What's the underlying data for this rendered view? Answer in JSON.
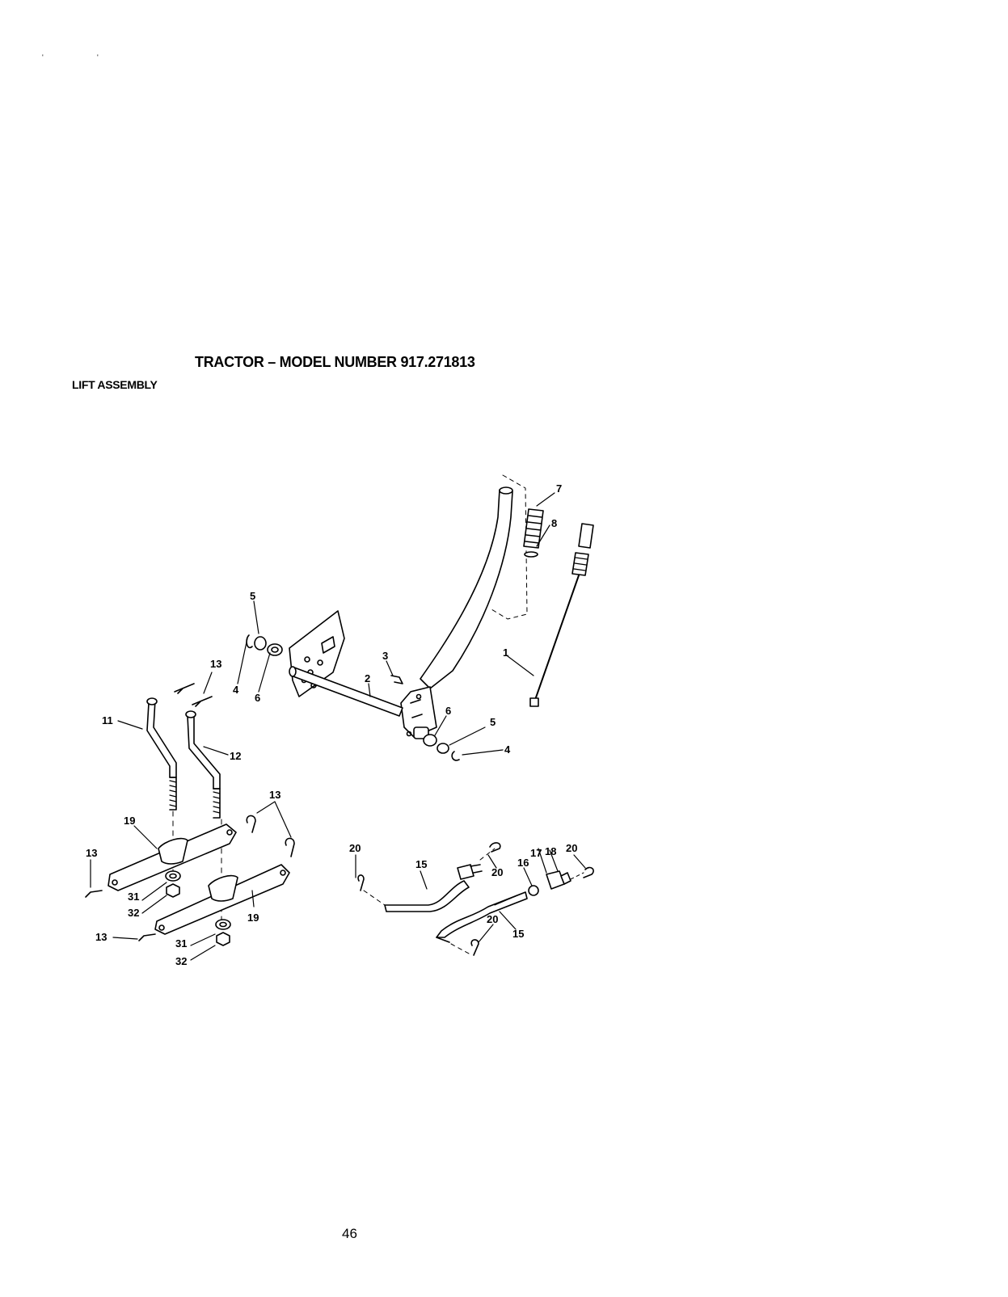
{
  "header": {
    "title": "TRACTOR – MODEL NUMBER 917.271813",
    "section": "LIFT ASSEMBLY"
  },
  "footer": {
    "page_number": "46"
  },
  "diagram": {
    "callouts": [
      {
        "id": "c7",
        "label": "7"
      },
      {
        "id": "c8",
        "label": "8"
      },
      {
        "id": "c1",
        "label": "1"
      },
      {
        "id": "c5a",
        "label": "5"
      },
      {
        "id": "c4a",
        "label": "4"
      },
      {
        "id": "c6a",
        "label": "6"
      },
      {
        "id": "c13a",
        "label": "13"
      },
      {
        "id": "c3",
        "label": "3"
      },
      {
        "id": "c2",
        "label": "2"
      },
      {
        "id": "c6b",
        "label": "6"
      },
      {
        "id": "c5b",
        "label": "5"
      },
      {
        "id": "c4b",
        "label": "4"
      },
      {
        "id": "c11",
        "label": "11"
      },
      {
        "id": "c12",
        "label": "12"
      },
      {
        "id": "c13b",
        "label": "13"
      },
      {
        "id": "c19a",
        "label": "19"
      },
      {
        "id": "c13c",
        "label": "13"
      },
      {
        "id": "c31a",
        "label": "31"
      },
      {
        "id": "c32a",
        "label": "32"
      },
      {
        "id": "c19b",
        "label": "19"
      },
      {
        "id": "c13d",
        "label": "13"
      },
      {
        "id": "c31b",
        "label": "31"
      },
      {
        "id": "c32b",
        "label": "32"
      },
      {
        "id": "c20a",
        "label": "20"
      },
      {
        "id": "c15a",
        "label": "15"
      },
      {
        "id": "c20b",
        "label": "20"
      },
      {
        "id": "c16",
        "label": "16"
      },
      {
        "id": "c17",
        "label": "17"
      },
      {
        "id": "c18",
        "label": "18"
      },
      {
        "id": "c20c",
        "label": "20"
      },
      {
        "id": "c20d",
        "label": "20"
      },
      {
        "id": "c15b",
        "label": "15"
      }
    ]
  }
}
